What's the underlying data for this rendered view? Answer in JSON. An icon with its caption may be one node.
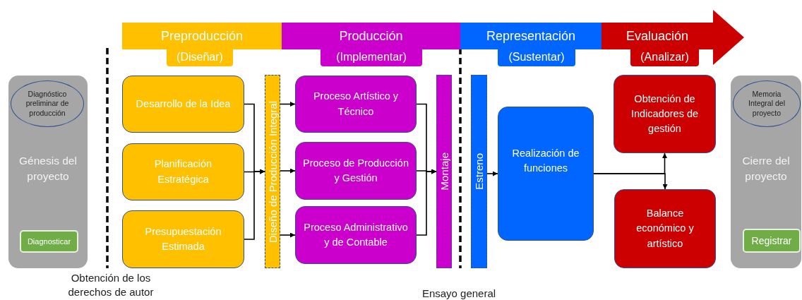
{
  "diagram": {
    "nodes": [
      {
        "text": [
          "Preproducción",
          "(Diseñar)"
        ]
      },
      {
        "text": [
          "Producción",
          "(Implementar)"
        ]
      },
      {
        "text": [
          "Representación",
          "(Sustentar)"
        ]
      },
      {
        "text": [
          "Evaluación",
          "(Analizar)"
        ]
      },
      {
        "text": [
          "Génesis del proyecto"
        ]
      },
      {
        "text": [
          "Diagnóstico preliminar de producción"
        ],
        "in": 4
      },
      {
        "text": [
          "Diagnosticar"
        ],
        "in": 4
      },
      {
        "text": [
          "Desarrollo de la Idea"
        ]
      },
      {
        "text": [
          "Planificación Estratégica"
        ]
      },
      {
        "text": [
          "Presupuestación Estimada"
        ]
      },
      {
        "text": [
          "Diseño de Producción Integral"
        ]
      },
      {
        "text": [
          "Proceso Artístico y Técnico"
        ]
      },
      {
        "text": [
          "Proceso de Producción y Gestión"
        ]
      },
      {
        "text": [
          "Proceso Administrativo y de Contable"
        ]
      },
      {
        "text": [
          "Montaje"
        ]
      },
      {
        "text": [
          "Estreno"
        ]
      },
      {
        "text": [
          "Realización de funciones"
        ]
      },
      {
        "text": [
          "Obtención de Indicadores de gestión"
        ]
      },
      {
        "text": [
          "Balance económico y artístico"
        ]
      },
      {
        "text": [
          "Cierre del proyecto"
        ]
      },
      {
        "text": [
          "Memoria Integral del proyecto"
        ],
        "in": 19
      },
      {
        "text": [
          "Registrar"
        ],
        "in": 19
      }
    ],
    "edges": [
      {
        "from": 7,
        "to": 10,
        "arrow": "to"
      },
      {
        "from": 8,
        "to": 10,
        "arrow": "to"
      },
      {
        "from": 9,
        "to": 10,
        "arrow": "to"
      },
      {
        "from": 10,
        "to": 11,
        "arrow": "to"
      },
      {
        "from": 10,
        "to": 12,
        "arrow": "to"
      },
      {
        "from": 10,
        "to": 13,
        "arrow": "to"
      },
      {
        "from": 11,
        "to": 14,
        "arrow": "to"
      },
      {
        "from": 12,
        "to": 14,
        "arrow": "to"
      },
      {
        "from": 13,
        "to": 14,
        "arrow": "to"
      },
      {
        "from": 15,
        "to": 16,
        "arrow": "to"
      },
      {
        "from": 16,
        "to": 17,
        "arrow": "to"
      },
      {
        "from": 16,
        "to": 18,
        "arrow": "to"
      }
    ],
    "labels": [
      "Obtención de los derechos de autor",
      "Ensayo general"
    ]
  }
}
